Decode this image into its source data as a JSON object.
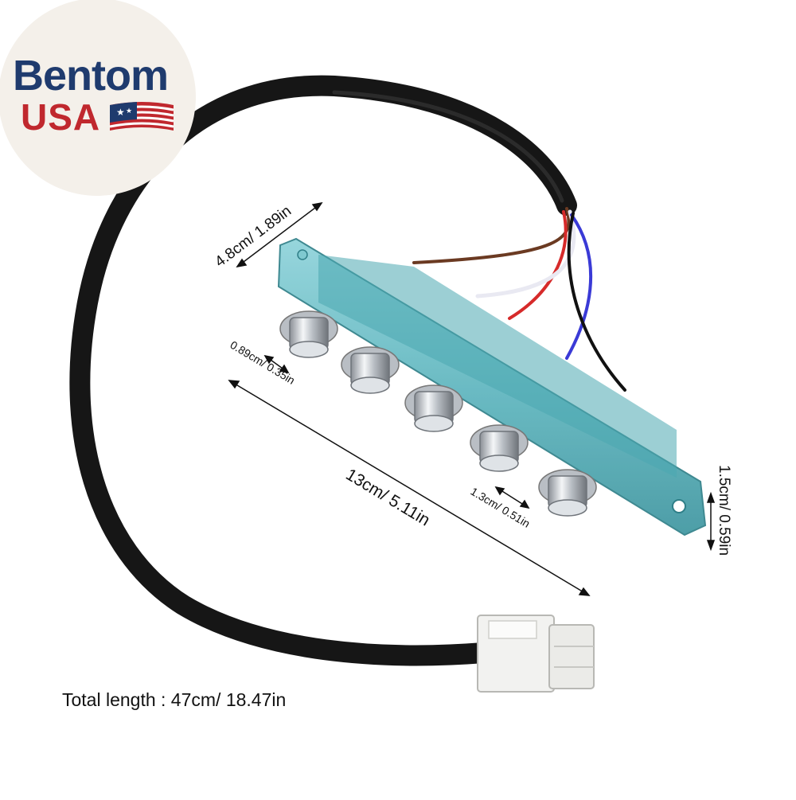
{
  "logo": {
    "brand": "Bentom",
    "country": "USA",
    "colors": {
      "navy": "#1f3b6e",
      "red": "#c0282e",
      "circle": "#f4f0ea"
    }
  },
  "product": {
    "housing_color": "#5fb6bf",
    "wire_colors": [
      "#6b3a22",
      "#d62a2a",
      "#ffffff",
      "#111111",
      "#3a3ad6"
    ],
    "button_count": 5,
    "connector_color": "#f2f2f0"
  },
  "dimensions": {
    "width_label": "4.8cm/ 1.89in",
    "button_diameter_label": "0.89cm/ 0.35in",
    "length_label": "13cm/ 5.11in",
    "spacing_label": "1.3cm/ 0.51in",
    "height_label": "1.5cm/ 0.59in",
    "total_length": "Total length : 47cm/ 18.47in"
  }
}
